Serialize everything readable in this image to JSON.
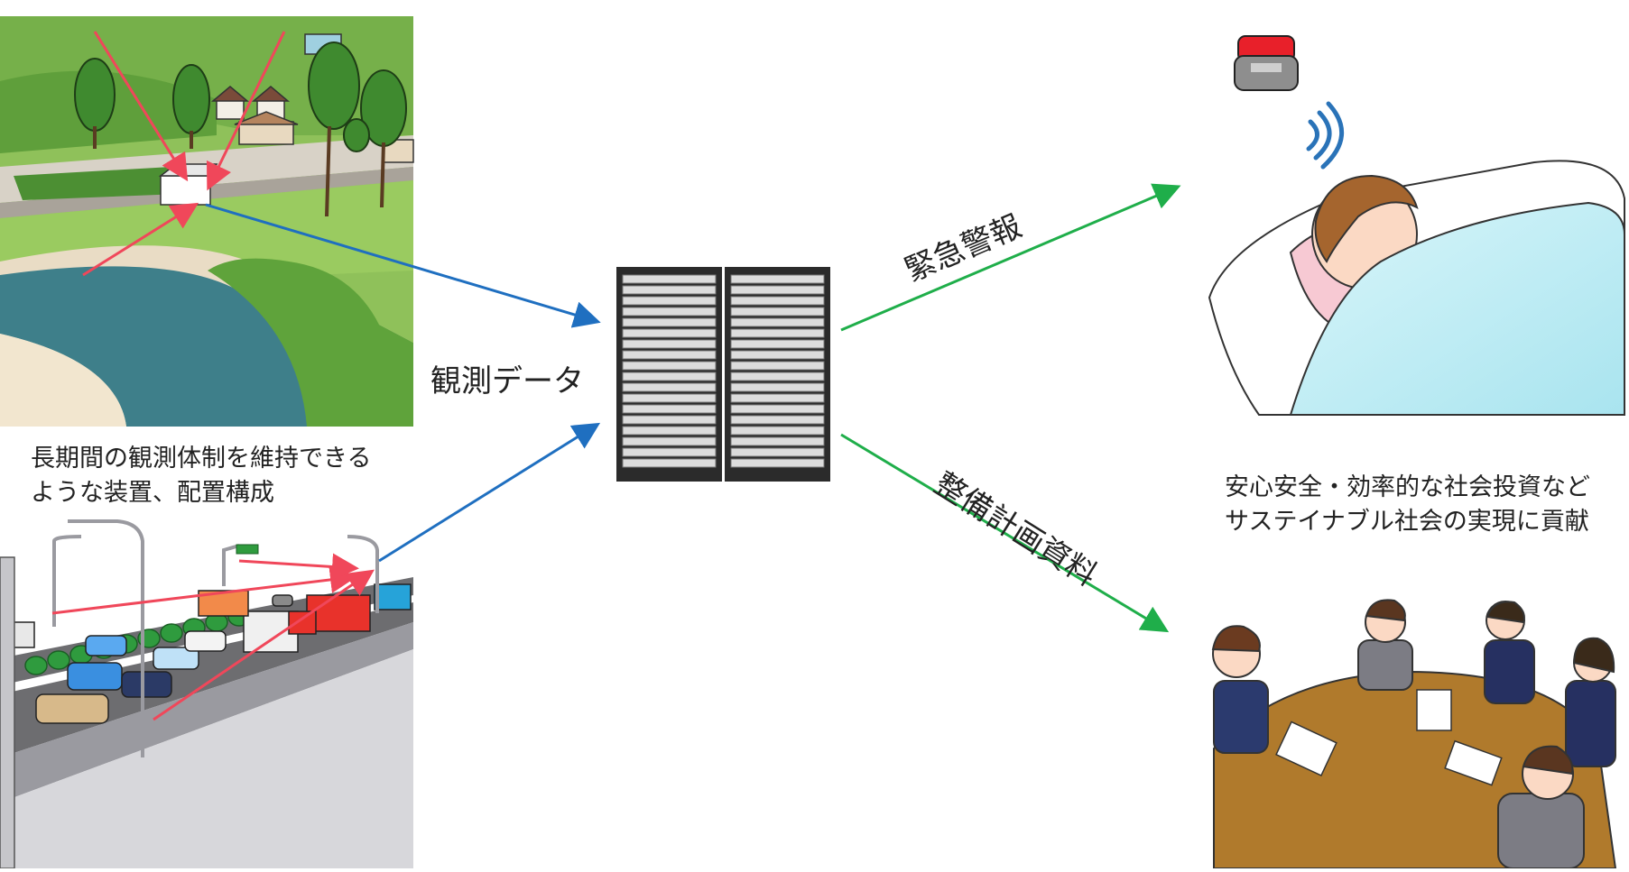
{
  "labels": {
    "observation_data": "観測データ",
    "emergency_alert": "緊急警報",
    "planning_materials": "整備計画資料"
  },
  "captions": {
    "left": {
      "line1": "長期間の観測体制を維持できる",
      "line2": "ような装置、配置構成"
    },
    "right": {
      "line1": "安心安全・効率的な社会投資など",
      "line2": "サステイナブル社会の実現に貢献"
    }
  },
  "colors": {
    "data_arrow": "#1f6fc0",
    "output_arrow": "#1fae4a",
    "sensor_ray": "#f0475a",
    "server_body": "#2b2b2b",
    "alarm_red": "#e8202a",
    "table": "#b07a2c"
  }
}
